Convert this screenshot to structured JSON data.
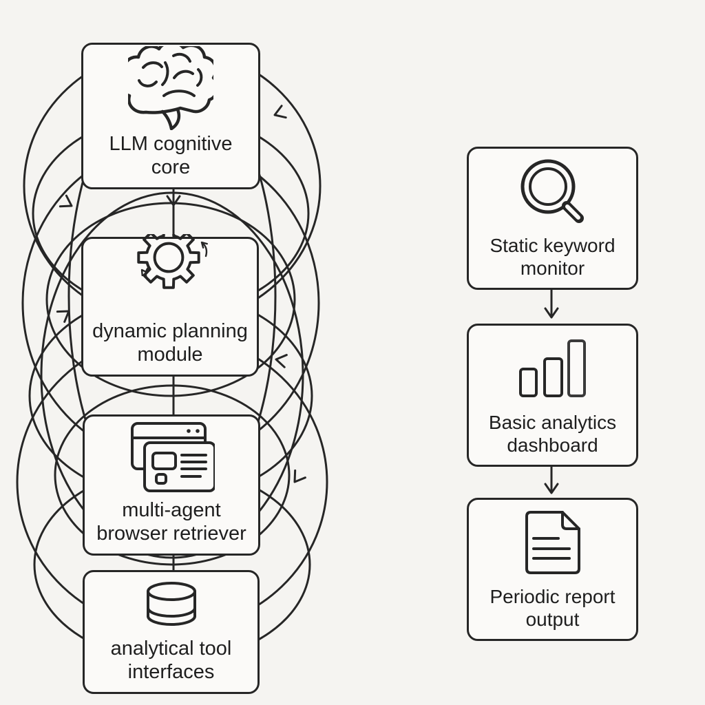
{
  "diagram": {
    "title_hint": "agentic pipeline vs static pipeline comparison diagram",
    "left_column": {
      "nodes": [
        {
          "label": "LLM cognitive core",
          "icon": "brain-icon"
        },
        {
          "label": "dynamic planning module",
          "icon": "gear-icon"
        },
        {
          "label": "multi-agent browser retriever",
          "icon": "browser-windows-icon"
        },
        {
          "label": "analytical tool interfaces",
          "icon": "database-icon"
        }
      ],
      "connections": "dense tangled looping arrows among all nodes"
    },
    "right_column": {
      "nodes": [
        {
          "label": "Static keyword monitor",
          "icon": "search-icon"
        },
        {
          "label": "Basic analytics dashboard",
          "icon": "bar-chart-icon"
        },
        {
          "label": "Periodic report output",
          "icon": "document-icon"
        }
      ],
      "connections": "simple straight downward arrows"
    },
    "colors": {
      "background": "#f5f4f1",
      "line": "#262626",
      "node_fill": "#fbfaf8",
      "text": "#1e1e1e"
    }
  }
}
